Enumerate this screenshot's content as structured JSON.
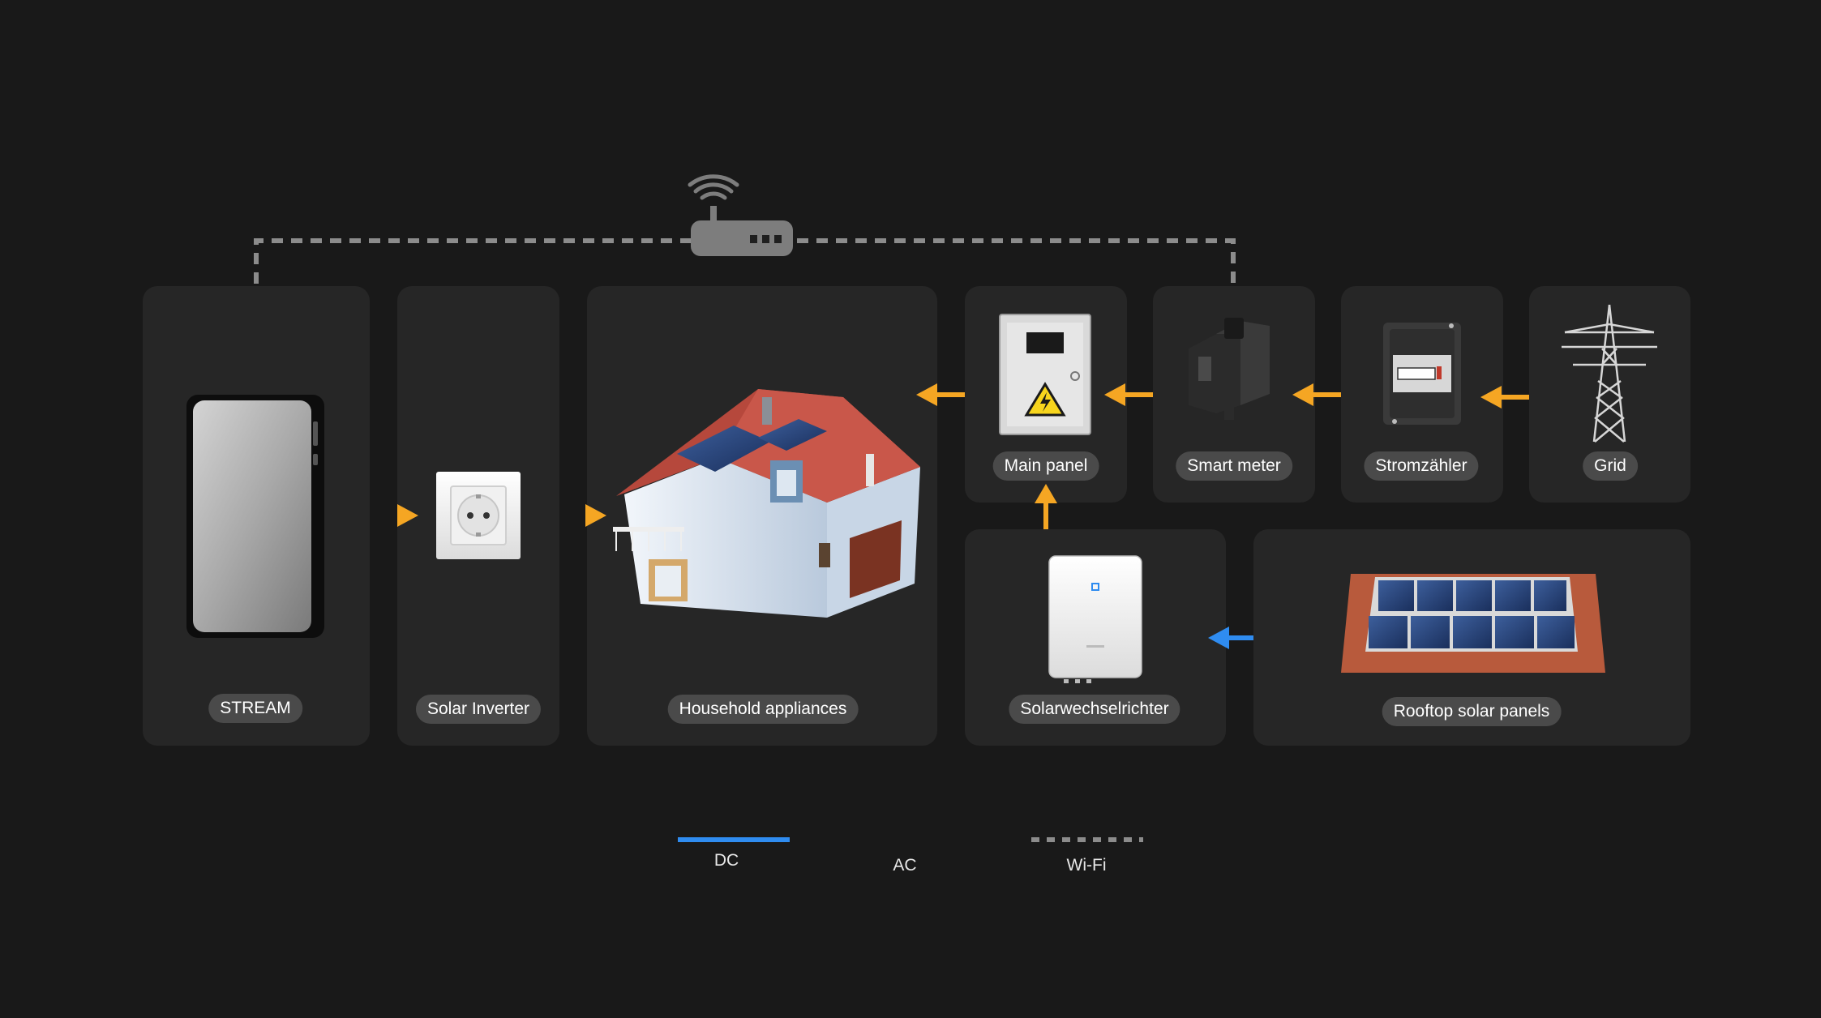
{
  "nodes": {
    "stream": {
      "label": "STREAM"
    },
    "socket": {
      "label": "Solar Inverter"
    },
    "house": {
      "label": "Household appliances"
    },
    "main_panel": {
      "label": "Main panel"
    },
    "smart_meter": {
      "label": "Smart meter"
    },
    "stromzaehler": {
      "label": "Stromzähler"
    },
    "grid": {
      "label": "Grid"
    },
    "inverter": {
      "label": "Solarwechselrichter"
    },
    "solar_panels": {
      "label": "Rooftop solar panels"
    }
  },
  "legend": {
    "dc": {
      "label": "DC",
      "color": "#2f8cf0"
    },
    "ac": {
      "label": "AC",
      "color": "#f5a623"
    },
    "wifi": {
      "label": "Wi-Fi",
      "color": "#8c8c8c"
    }
  },
  "colors": {
    "background": "#191919",
    "card": "#262626",
    "pill": "#4a4a4a",
    "ac_arrow": "#f5a623",
    "dc_arrow": "#2f8cf0"
  },
  "icons": {
    "router": "wifi-router-icon",
    "stream": "battery-unit-icon",
    "socket": "power-socket-icon",
    "house": "house-icon",
    "main_panel": "electrical-panel-icon",
    "smart_meter": "smart-meter-icon",
    "stromzaehler": "electricity-meter-icon",
    "grid": "power-pylon-icon",
    "inverter": "inverter-icon",
    "solar_panels": "solar-panel-roof-icon"
  }
}
